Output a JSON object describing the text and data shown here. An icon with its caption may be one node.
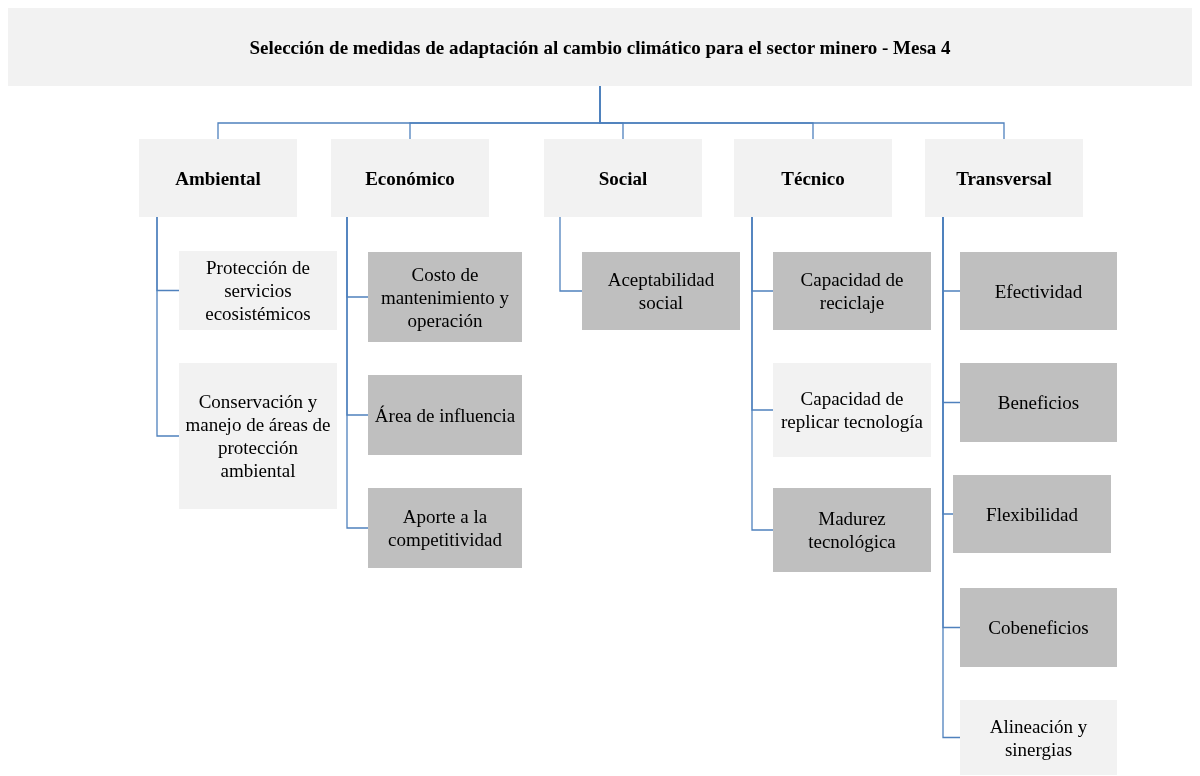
{
  "diagram": {
    "nodes": [
      {
        "text": [
          "Selección de medidas de adaptación  al cambio climático para el sector minero - Mesa 4"
        ]
      },
      {
        "text": [
          "Ambiental"
        ]
      },
      {
        "text": [
          "Económico"
        ]
      },
      {
        "text": [
          "Social"
        ]
      },
      {
        "text": [
          "Técnico"
        ]
      },
      {
        "text": [
          "Transversal"
        ]
      },
      {
        "text": [
          "Protección de servicios ecosistémicos"
        ]
      },
      {
        "text": [
          "Conservación y manejo de áreas de protección ambiental"
        ]
      },
      {
        "text": [
          "Costo de mantenimiento y operación"
        ]
      },
      {
        "text": [
          "Área de influencia"
        ]
      },
      {
        "text": [
          "Aporte a la competitividad"
        ]
      },
      {
        "text": [
          "Aceptabilidad social"
        ]
      },
      {
        "text": [
          "Capacidad de reciclaje"
        ]
      },
      {
        "text": [
          "Capacidad de replicar tecnología"
        ]
      },
      {
        "text": [
          "Madurez tecnológica"
        ]
      },
      {
        "text": [
          "Efectividad"
        ]
      },
      {
        "text": [
          "Beneficios"
        ]
      },
      {
        "text": [
          "Flexibilidad"
        ]
      },
      {
        "text": [
          "Cobeneficios"
        ]
      },
      {
        "text": [
          "Alineación y sinergias"
        ]
      }
    ],
    "edges": [
      {
        "from": 0,
        "to": 1,
        "arrow": "none"
      },
      {
        "from": 0,
        "to": 2,
        "arrow": "none"
      },
      {
        "from": 0,
        "to": 3,
        "arrow": "none"
      },
      {
        "from": 0,
        "to": 4,
        "arrow": "none"
      },
      {
        "from": 0,
        "to": 5,
        "arrow": "none"
      },
      {
        "from": 1,
        "to": 6,
        "arrow": "none"
      },
      {
        "from": 1,
        "to": 7,
        "arrow": "none"
      },
      {
        "from": 2,
        "to": 8,
        "arrow": "none"
      },
      {
        "from": 2,
        "to": 9,
        "arrow": "none"
      },
      {
        "from": 2,
        "to": 10,
        "arrow": "none"
      },
      {
        "from": 3,
        "to": 11,
        "arrow": "none"
      },
      {
        "from": 4,
        "to": 12,
        "arrow": "none"
      },
      {
        "from": 4,
        "to": 13,
        "arrow": "none"
      },
      {
        "from": 4,
        "to": 14,
        "arrow": "none"
      },
      {
        "from": 5,
        "to": 15,
        "arrow": "none"
      },
      {
        "from": 5,
        "to": 16,
        "arrow": "none"
      },
      {
        "from": 5,
        "to": 17,
        "arrow": "none"
      },
      {
        "from": 5,
        "to": 18,
        "arrow": "none"
      },
      {
        "from": 5,
        "to": 19,
        "arrow": "none"
      }
    ]
  }
}
